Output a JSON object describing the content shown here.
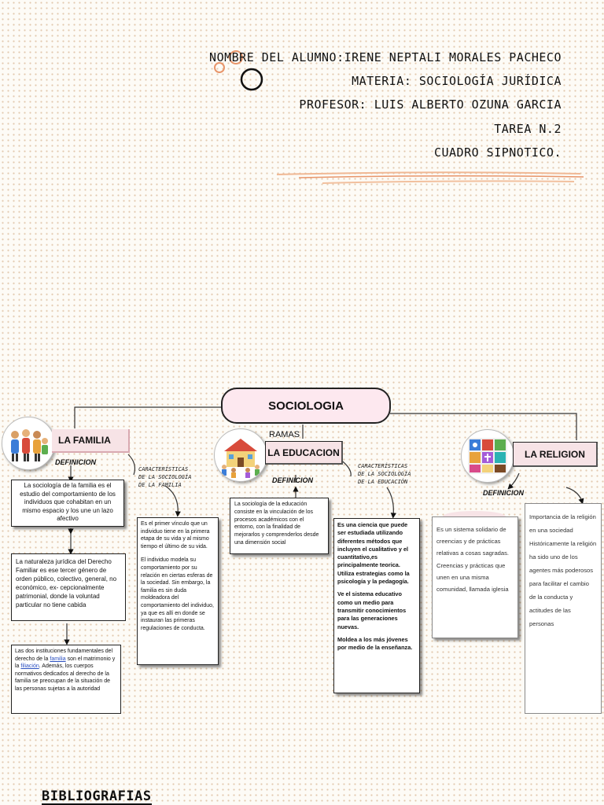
{
  "header": {
    "student": "NOMBRE DEL ALUMNO:IRENE NEPTALI MORALES PACHECO",
    "subject": "MATERIA: SOCIOLOGÍA JURÍDICA",
    "teacher": "PROFESOR: LUIS ALBERTO OZUNA GARCIA",
    "task": "TAREA N.2",
    "type": "CUADRO SIPNOTICO."
  },
  "root": {
    "label": "SOCIOLOGIA",
    "branches_label": "RAMAS"
  },
  "familia": {
    "title": "LA FAMILIA",
    "definition_label": "DEFINICION",
    "characteristics_label": [
      "CARACTERÍSTICAS",
      "DE LA SOCIOLOGÍA",
      "DE LA FAMILIA"
    ],
    "definition": "La sociología de la familia es el estudio del comportamiento de los individuos que cohabitan en un mismo espacio y los une un lazo afectivo",
    "legal_nature": "La naturaleza jurídica del Derecho Familiar es ese tercer género de orden público, colectivo, general, no económico, ex- cepcionalmente patrimonial, donde la voluntad particular no tiene cabida",
    "institutions_pre": "Las dos instituciones fundamentales del derecho de la",
    "institutions_link1": "familia",
    "institutions_mid": "son el matrimonio y la",
    "institutions_link2": "filiación",
    "institutions_post": ". Además, los cuerpos normativos dedicados al derecho de la familia se preocupan de la situación de las personas sujetas a la autoridad",
    "char_p1": "Es el primer vínculo que un individuo tiene en la primera etapa de su vida y al mismo tiempo el último de su vida.",
    "char_p2": "El individuo modela su comportamiento por su relación en ciertas esferas de la sociedad. Sin embargo, la familia es sin duda moldeadora del comportamiento del individuo, ya que es allí en donde se instauran las primeras regulaciones de conducta."
  },
  "educacion": {
    "title": "LA EDUCACION",
    "definition_label": "DEFINICION",
    "characteristics_label": [
      "CARACTERÍSTICAS",
      "DE LA SOCIOLOGÍA",
      "DE LA EDUCACIÓN"
    ],
    "definition": "La sociología de la educación consiste en la vinculación de los procesos académicos con el entorno, con la finalidad de mejorarlos y comprenderlos desde una dimensión social",
    "char_p1": "Es una ciencia que puede ser estudiada utilizando diferentes métodos que incluyen el cualitativo y el cuantitativo,es principalmente teorica. Utiliza estrategias como la psicología y la pedagogía.",
    "char_p2": "Ve el sistema educativo como un medio para transmitir conocimientos para las generaciones nuevas.",
    "char_p3": "Moldea a los más jóvenes por medio de la enseñanza."
  },
  "religion": {
    "title": "LA RELIGION",
    "definition_label": "DEFINICION",
    "definition": "Es un sistema solidario de creencias y de prácticas relativas a cosas sagradas. Creencias y prácticas que unen en una misma comunidad, llamada iglesia",
    "importance": "Importancia de la religión en una sociedad Históricamente la religión ha sido uno de los agentes más poderosos para facilitar el cambio de la conducta y actitudes de las personas"
  },
  "footer": {
    "bibliography": "BIBLIOGRAFIAS"
  },
  "colors": {
    "accent": "#e8956a",
    "root_fill": "#fde8ef",
    "title_fill": "#f7e3e6"
  }
}
